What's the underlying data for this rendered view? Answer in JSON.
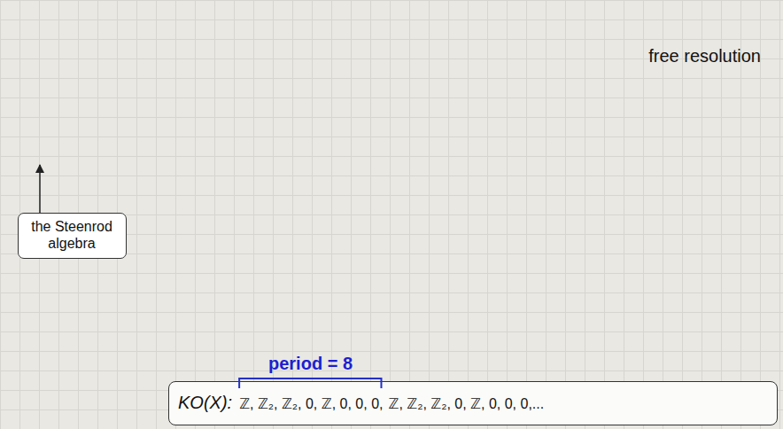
{
  "diagram": {
    "nodes": [
      {
        "text": [
          "free resolution"
        ]
      },
      {
        "text": [
          "the Steenrod algebra"
        ]
      },
      {
        "text": [
          "KO(X):",
          "ℤ, ℤ₂, ℤ₂, 0, ℤ, 0, 0, 0,",
          "ℤ, ℤ₂, ℤ₂, 0, ℤ, 0, 0, 0,..."
        ]
      }
    ],
    "edges": [
      {
        "from": 1,
        "to": 0,
        "arrow": "to"
      }
    ],
    "labels": [
      "period = 8"
    ]
  }
}
